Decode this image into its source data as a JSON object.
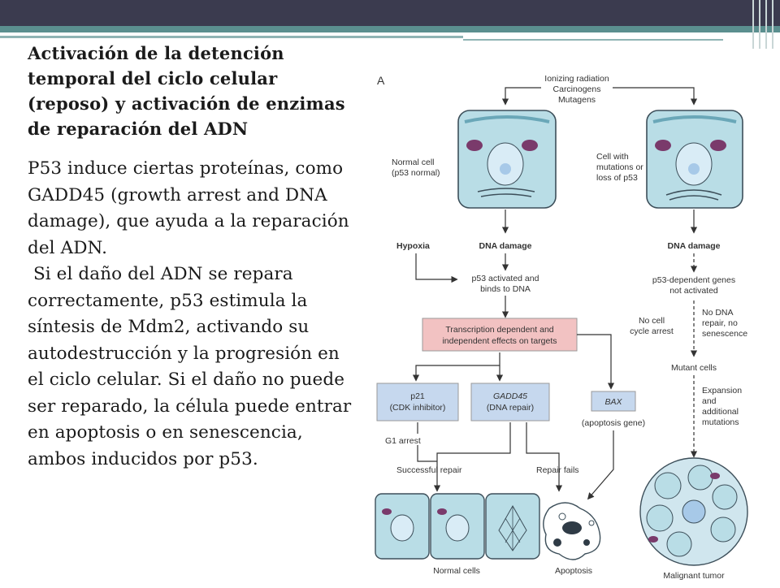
{
  "slide": {
    "heading": "Activación de la detención temporal del ciclo celular (reposo) y activación de enzimas de reparación del ADN",
    "paragraph_1": "P53 induce ciertas proteínas, como GADD45 (growth arrest and DNA damage), que ayuda a la reparación del ADN.",
    "paragraph_2": " Si el daño del ADN se repara correctamente, p53 estimula la síntesis de Mdm2, activando su autodestrucción y la progresión en el ciclo celular. Si el daño no puede ser reparado, la célula puede entrar en apoptosis o en senescencia, ambos inducidos por p53."
  },
  "diagram": {
    "panel_letter": "A",
    "stimulus_1": "Ionizing radiation",
    "stimulus_2": "Carcinogens",
    "stimulus_3": "Mutagens",
    "normal_cell_1": "Normal cell",
    "normal_cell_2": "(p53 normal)",
    "mutant_cell_1": "Cell with",
    "mutant_cell_2": "mutations or",
    "mutant_cell_3": "loss of p53",
    "hypoxia": "Hypoxia",
    "dna_damage_left": "DNA damage",
    "dna_damage_right": "DNA damage",
    "p53_activated_1": "p53 activated and",
    "p53_activated_2": "binds to DNA",
    "p53_dependent_1": "p53-dependent genes",
    "p53_dependent_2": "not activated",
    "no_arrest_1": "No cell",
    "no_arrest_2": "cycle arrest",
    "no_repair_1": "No DNA",
    "no_repair_2": "repair, no",
    "no_repair_3": "senescence",
    "transcription_1": "Transcription dependent and",
    "transcription_2": "independent effects on targets",
    "p21_1": "p21",
    "p21_2": "(CDK inhibitor)",
    "gadd45_1": "GADD45",
    "gadd45_2": "(DNA repair)",
    "bax_1": "BAX",
    "bax_2": "(apoptosis gene)",
    "mutant_cells": "Mutant cells",
    "expansion_1": "Expansion",
    "expansion_2": "and",
    "expansion_3": "additional",
    "expansion_4": "mutations",
    "g1_arrest": "G1 arrest",
    "successful_repair": "Successful repair",
    "repair_fails": "Repair fails",
    "normal_cells": "Normal cells",
    "apoptosis": "Apoptosis",
    "malignant_tumor": "Malignant tumor"
  },
  "colors": {
    "topbar": "#3b3b4f",
    "accent": "#5b8f8f",
    "cell_fill": "#b9dde6",
    "cell_stroke": "#3d4f5a",
    "pink_box": "#f2c2c2",
    "blue_box": "#c6d8ee",
    "mito": "#7a3a6b"
  }
}
